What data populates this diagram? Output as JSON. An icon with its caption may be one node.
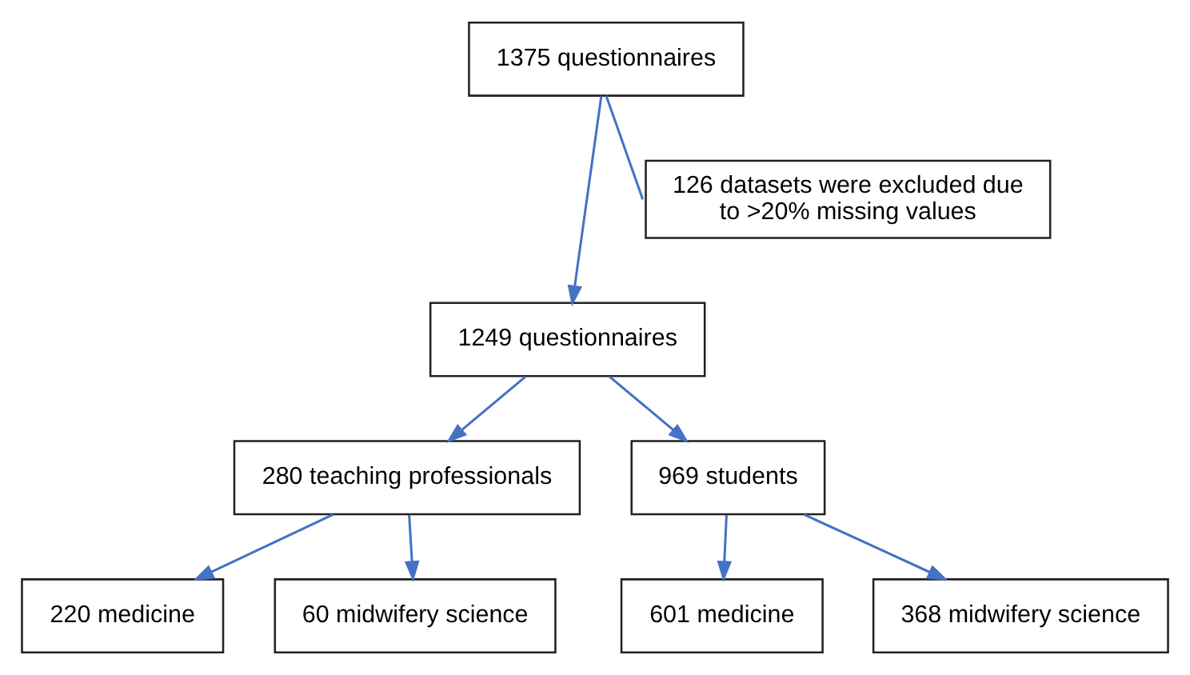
{
  "diagram": {
    "nodes": [
      {
        "text": [
          "1375 questionnaires"
        ]
      },
      {
        "text": [
          "126 datasets were excluded due to >20% missing values"
        ]
      },
      {
        "text": [
          "1249 questionnaires"
        ]
      },
      {
        "text": [
          "280 teaching professionals"
        ]
      },
      {
        "text": [
          "969 students"
        ]
      },
      {
        "text": [
          "220 medicine"
        ]
      },
      {
        "text": [
          "60 midwifery science"
        ]
      },
      {
        "text": [
          "601 medicine"
        ]
      },
      {
        "text": [
          "368 midwifery science"
        ]
      }
    ],
    "edges": [
      {
        "from": 0,
        "to": 2,
        "arrow": "to"
      },
      {
        "from": 0,
        "to": 1,
        "arrow": "none"
      },
      {
        "from": 2,
        "to": 3,
        "arrow": "to"
      },
      {
        "from": 2,
        "to": 4,
        "arrow": "to"
      },
      {
        "from": 3,
        "to": 5,
        "arrow": "to"
      },
      {
        "from": 3,
        "to": 6,
        "arrow": "to"
      },
      {
        "from": 4,
        "to": 7,
        "arrow": "to"
      },
      {
        "from": 4,
        "to": 8,
        "arrow": "to"
      }
    ]
  }
}
